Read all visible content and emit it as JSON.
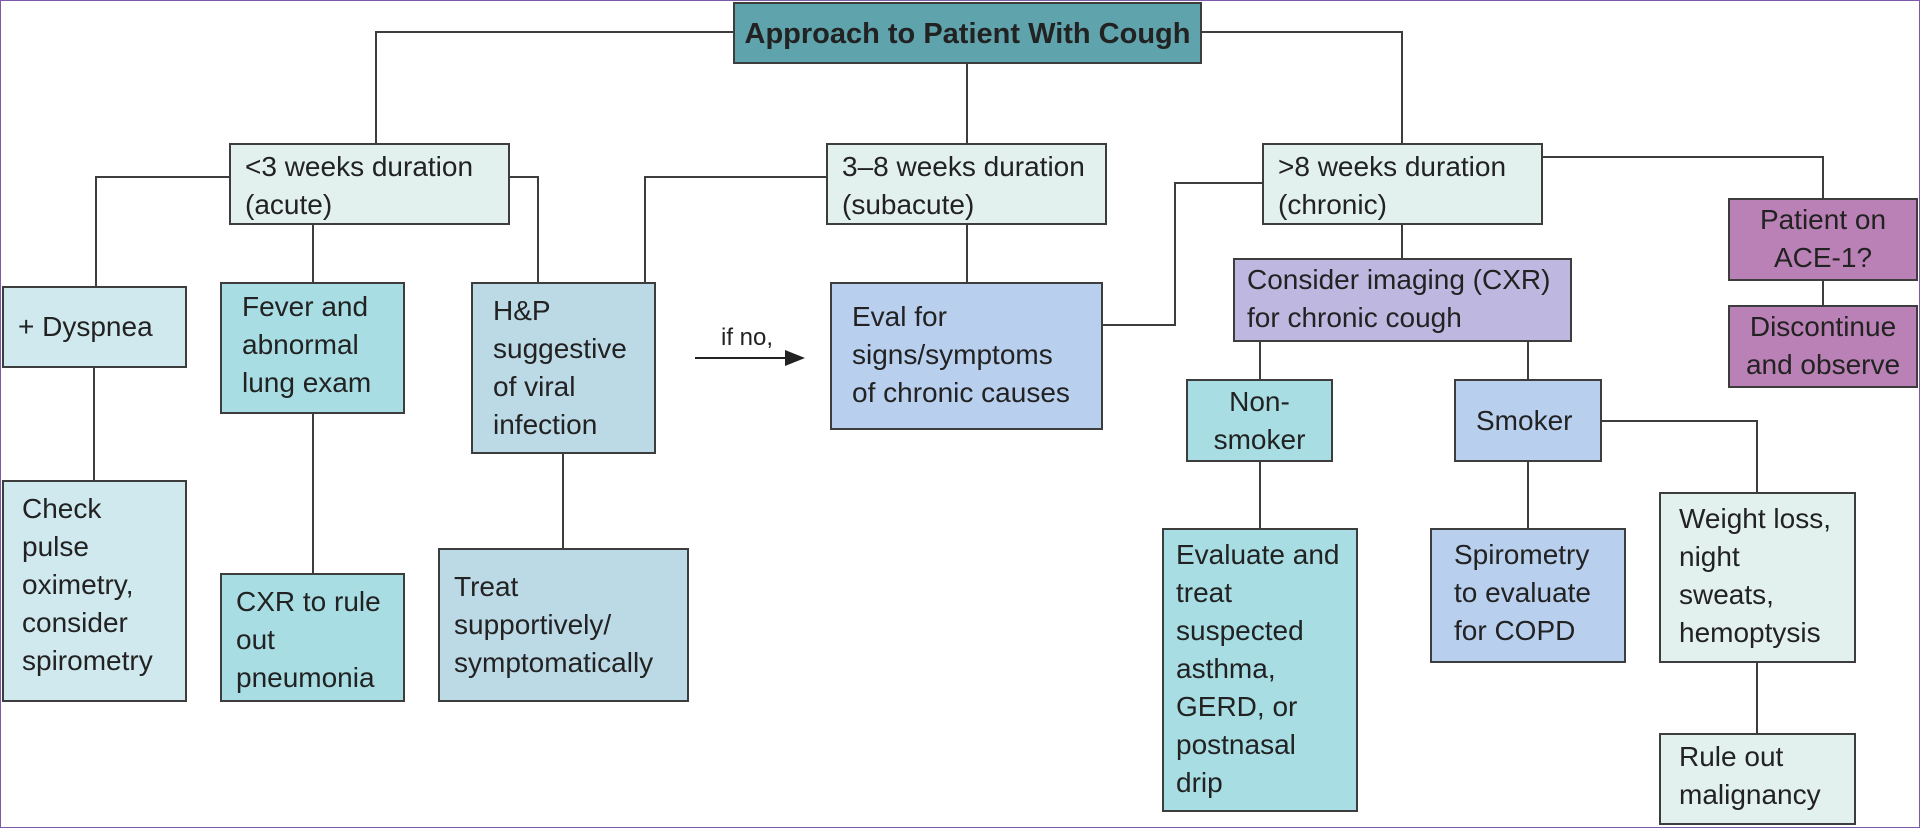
{
  "title": "Approach to Patient With Cough",
  "nodes": {
    "acute": "<3 weeks duration\n(acute)",
    "subacute": "3–8 weeks duration\n(subacute)",
    "chronic": ">8 weeks duration\n(chronic)",
    "dyspnea": "+ Dyspnea",
    "pulse_ox": "Check\npulse\noximetry,\nconsider\nspirometry",
    "fever": "Fever and\nabnormal\nlung exam",
    "cxr_pneumonia": "CXR to rule\nout\npneumonia",
    "viral": "H&P\nsuggestive\nof viral\ninfection",
    "treat": "Treat\nsupportively/\nsymptomatically",
    "eval_chronic": "Eval for\nsigns/symptoms\nof chronic causes",
    "imaging": "Consider imaging (CXR)\nfor chronic cough",
    "nonsmoker": "Non-\nsmoker",
    "smoker": "Smoker",
    "evaluate_treat": "Evaluate and\ntreat\nsuspected\nasthma,\nGERD, or\npostnasal\ndrip",
    "spirometry": "Spirometry\nto evaluate\nfor COPD",
    "weight_loss": "Weight loss,\nnight\nsweats,\nhemoptysis",
    "malignancy": "Rule out\nmalignancy",
    "ace": "Patient on\nACE-1?",
    "discontinue": "Discontinue\nand observe"
  },
  "edge_labels": {
    "if_no": "if no,"
  },
  "colors": {
    "title": "#5fa3ad",
    "pale": "#e2f0ee",
    "light_teal": "#cfe9ee",
    "teal": "#a7dde3",
    "light_blue": "#bcd9e6",
    "periwinkle": "#b9cfee",
    "lavender": "#beb7df",
    "purple": "#b981b5",
    "frame": "#7b5aa6"
  }
}
